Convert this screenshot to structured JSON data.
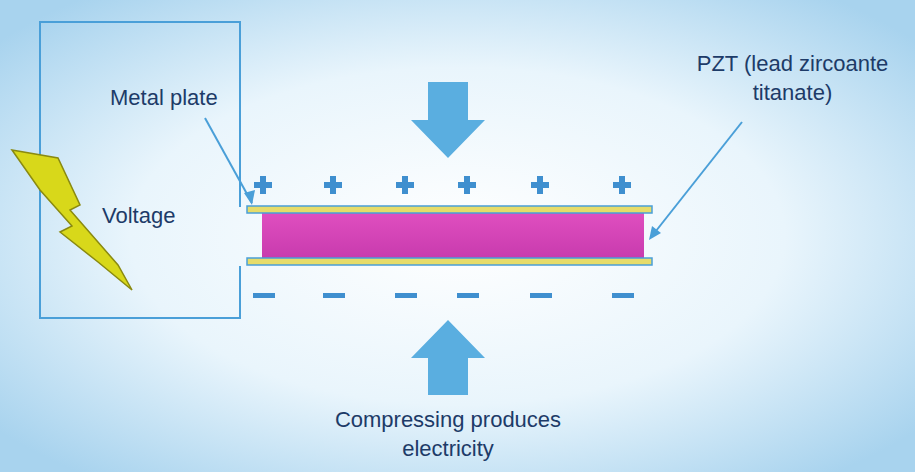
{
  "diagram": {
    "labels": [
      "Metal plate",
      "PZT (lead zircoante titanate)",
      "Voltage",
      "Compressing produces electricity"
    ]
  }
}
